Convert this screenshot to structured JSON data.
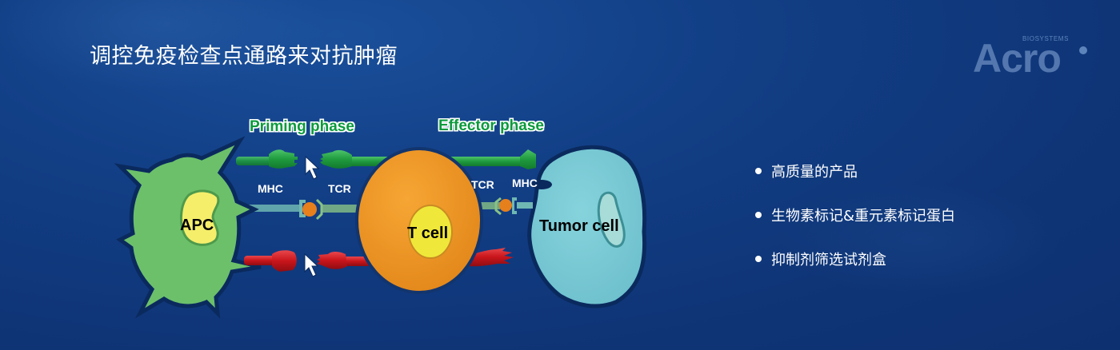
{
  "slide": {
    "title": "调控免疫检查点通路来对抗肿瘤",
    "background_color": "#0f3577"
  },
  "logo": {
    "brand": "Acro",
    "subtitle": "BIOSYSTEMS"
  },
  "diagram": {
    "phases": {
      "priming": "Priming phase",
      "effector": "Effector phase"
    },
    "labels": {
      "mhc_left": "MHC",
      "tcr_left": "TCR",
      "tcr_right": "TCR",
      "mhc_right": "MHC"
    },
    "cells": {
      "apc": "APC",
      "tcell": "T cell",
      "tumor": "Tumor cell"
    },
    "colors": {
      "phase_text": "#0a9a3c",
      "apc": "#6cc06a",
      "apc_nucleus": "#f5ee6a",
      "tcell": "#f0961e",
      "tcell_nucleus": "#efe83a",
      "tumor": "#7ccbd6",
      "green_arm": "#1f9a3e",
      "red_arm": "#c8151b",
      "antigen": "#e6801c"
    }
  },
  "bullets": [
    "高质量的产品",
    "生物素标记&重元素标记蛋白",
    "抑制剂筛选试剂盒"
  ]
}
